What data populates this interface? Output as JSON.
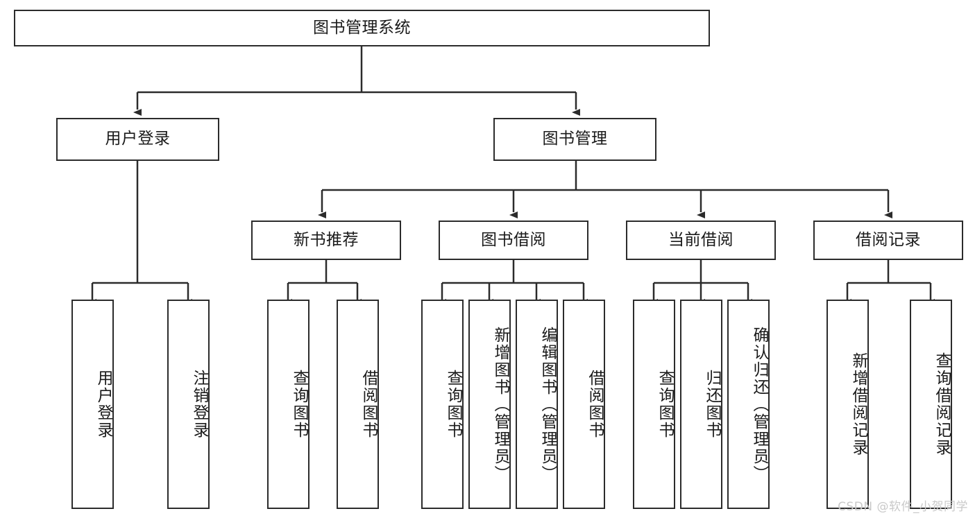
{
  "diagram": {
    "title": "图书管理系统",
    "type": "hierarchy-tree",
    "watermark": "CSDN @软件_小贺同学",
    "colors": {
      "stroke": "#2b2b2b",
      "fill": "#ffffff",
      "text": "#1a1a1a",
      "watermark": "#c9c9c9"
    },
    "root": {
      "label": "图书管理系统"
    },
    "level2": [
      {
        "label": "用户登录"
      },
      {
        "label": "图书管理"
      }
    ],
    "level3": [
      {
        "label": "新书推荐"
      },
      {
        "label": "图书借阅"
      },
      {
        "label": "当前借阅"
      },
      {
        "label": "借阅记录"
      }
    ],
    "leaves": {
      "user_login": [
        {
          "label": "用户登录"
        },
        {
          "label": "注销登录"
        }
      ],
      "new_book": [
        {
          "label": "查询图书"
        },
        {
          "label": "借阅图书"
        }
      ],
      "borrow_book": [
        {
          "label": "查询图书"
        },
        {
          "label": "新增图书（管理员）"
        },
        {
          "label": "编辑图书（管理员）"
        },
        {
          "label": "借阅图书"
        }
      ],
      "current_borrow": [
        {
          "label": "查询图书"
        },
        {
          "label": "归还图书"
        },
        {
          "label": "确认归还（管理员）"
        }
      ],
      "borrow_record": [
        {
          "label": "新增借阅记录"
        },
        {
          "label": "查询借阅记录"
        }
      ]
    }
  }
}
